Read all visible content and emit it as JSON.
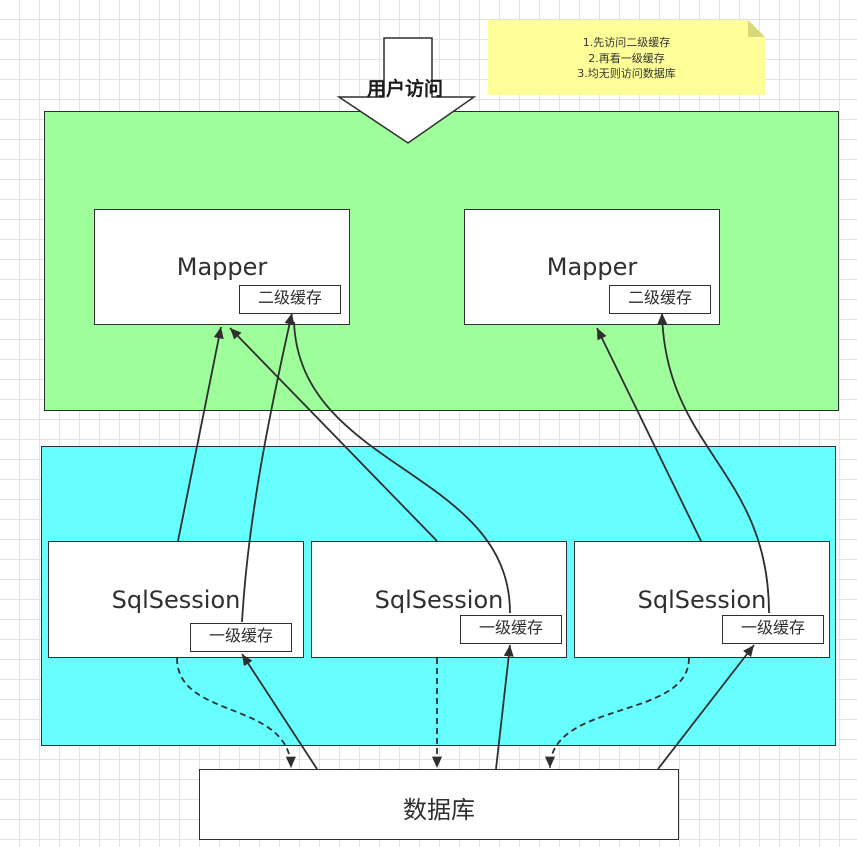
{
  "entry": {
    "label": "用户访问"
  },
  "note": {
    "lines": [
      "1.先访问二级缓存",
      "2.再看一级缓存",
      "3.均无则访问数据库"
    ]
  },
  "mappers": [
    {
      "label": "Mapper",
      "cache_label": "二级缓存"
    },
    {
      "label": "Mapper",
      "cache_label": "二级缓存"
    }
  ],
  "sessions": [
    {
      "label": "SqlSession",
      "cache_label": "一级缓存"
    },
    {
      "label": "SqlSession",
      "cache_label": "一级缓存"
    },
    {
      "label": "SqlSession",
      "cache_label": "一级缓存"
    }
  ],
  "database": {
    "label": "数据库"
  },
  "colors": {
    "mapper_region": "#9dfe9b",
    "session_region": "#66feff",
    "note": "#ffff99",
    "stroke": "#2f2f2f"
  }
}
